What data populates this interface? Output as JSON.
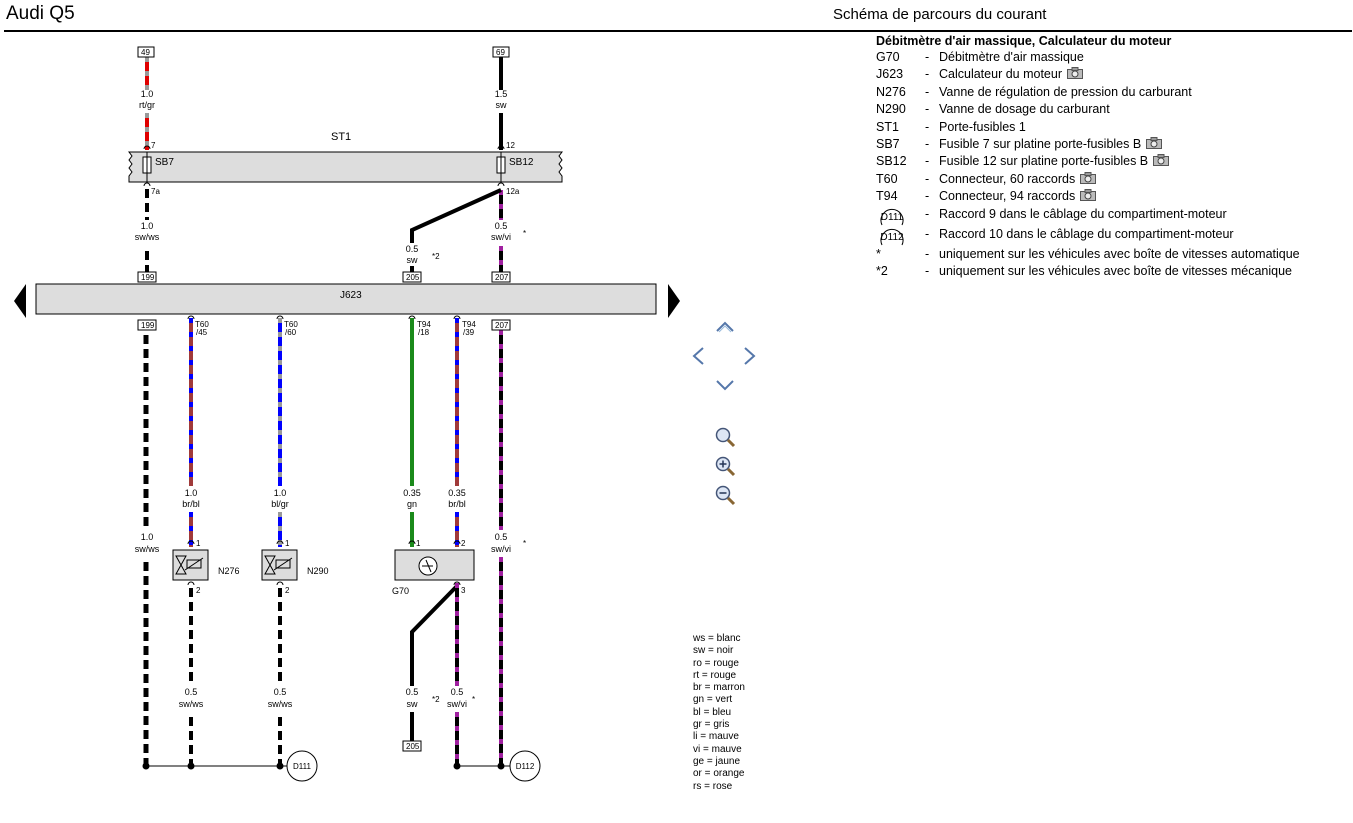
{
  "header": {
    "title": "Audi Q5",
    "subtitle": "Schéma de parcours du courant"
  },
  "legend": {
    "title": "Débitmètre d'air massique, Calculateur du moteur",
    "items": [
      {
        "code": "G70",
        "desc": "Débitmètre d'air massique",
        "camera": false
      },
      {
        "code": "J623",
        "desc": "Calculateur du moteur",
        "camera": true
      },
      {
        "code": "N276",
        "desc": "Vanne de régulation de pression du carburant",
        "camera": false
      },
      {
        "code": "N290",
        "desc": "Vanne de dosage du carburant",
        "camera": false
      },
      {
        "code": "ST1",
        "desc": "Porte-fusibles 1",
        "camera": false
      },
      {
        "code": "SB7",
        "desc": "Fusible 7 sur platine porte-fusibles B",
        "camera": true
      },
      {
        "code": "SB12",
        "desc": "Fusible 12 sur platine porte-fusibles B",
        "camera": true
      },
      {
        "code": "T60",
        "desc": "Connecteur, 60 raccords",
        "camera": true
      },
      {
        "code": "T94",
        "desc": "Connecteur, 94 raccords",
        "camera": true
      },
      {
        "code": "D111",
        "desc": "Raccord 9 dans le câblage du compartiment-moteur",
        "camera": false,
        "circle": true
      },
      {
        "code": "D112",
        "desc": "Raccord 10 dans le câblage du compartiment-moteur",
        "camera": false,
        "circle": true
      },
      {
        "code": "*",
        "desc": "uniquement sur les véhicules avec boîte de vitesses automatique",
        "camera": false
      },
      {
        "code": "*2",
        "desc": "uniquement sur les véhicules avec boîte de vitesses mécanique",
        "camera": false
      }
    ]
  },
  "color_codes": [
    {
      "code": "ws",
      "name": "blanc"
    },
    {
      "code": "sw",
      "name": "noir"
    },
    {
      "code": "ro",
      "name": "rouge"
    },
    {
      "code": "rt",
      "name": "rouge"
    },
    {
      "code": "br",
      "name": "marron"
    },
    {
      "code": "gn",
      "name": "vert"
    },
    {
      "code": "bl",
      "name": "bleu"
    },
    {
      "code": "gr",
      "name": "gris"
    },
    {
      "code": "li",
      "name": "mauve"
    },
    {
      "code": "vi",
      "name": "mauve"
    },
    {
      "code": "ge",
      "name": "jaune"
    },
    {
      "code": "or",
      "name": "orange"
    },
    {
      "code": "rs",
      "name": "rose"
    }
  ],
  "colors": {
    "sw": "#000000",
    "ws": "#ffffff",
    "rt": "#e00000",
    "gr": "#999999",
    "br": "#a03a3a",
    "bl": "#0000ff",
    "gn": "#1a8a1a",
    "vi": "#a020a0",
    "bar_fill": "#dddddd",
    "box_fill": "#dcdcdc"
  },
  "diagram": {
    "st1_label": "ST1",
    "j623_label": "J623",
    "sb7_label": "SB7",
    "sb12_label": "SB12",
    "track_top_left": "49",
    "track_top_right": "69",
    "track_199_upper": "199",
    "track_205_upper": "205",
    "track_207_upper": "207",
    "track_199_lower": "199",
    "track_207_lower": "207",
    "track_205_bottom": "205",
    "pin_sb7_top": "7",
    "pin_sb7_bottom": "7a",
    "pin_sb12_top": "12",
    "pin_sb12_bottom": "12a",
    "wire_top_left_size": "1.0",
    "wire_top_left_color": "rt/gr",
    "wire_top_right_size": "1.5",
    "wire_top_right_color": "sw",
    "wire_mid_left_size": "1.0",
    "wire_mid_left_color": "sw/ws",
    "wire_mid_sw_size": "0.5",
    "wire_mid_sw_color": "sw",
    "wire_mid_sw_note": "*2",
    "wire_mid_right_size": "0.5",
    "wire_mid_right_color": "sw/vi",
    "wire_mid_right_note": "*",
    "conn_t60_45_a": "T60",
    "conn_t60_45_b": "/45",
    "conn_t60_60_a": "T60",
    "conn_t60_60_b": "/60",
    "conn_t94_18_a": "T94",
    "conn_t94_18_b": "/18",
    "conn_t94_39_a": "T94",
    "conn_t94_39_b": "/39",
    "wire_n276_in_size": "1.0",
    "wire_n276_in_color": "br/bl",
    "wire_n290_in_size": "1.0",
    "wire_n290_in_color": "bl/gr",
    "wire_g70_1_size": "0.35",
    "wire_g70_1_color": "gn",
    "wire_g70_2_size": "0.35",
    "wire_g70_2_color": "br/bl",
    "wire_lower_left_size": "1.0",
    "wire_lower_left_color": "sw/ws",
    "wire_lower_right_size": "0.5",
    "wire_lower_right_color": "sw/vi",
    "wire_lower_right_note": "*",
    "n276_label": "N276",
    "n290_label": "N290",
    "g70_label": "G70",
    "pin_n276_1": "1",
    "pin_n276_2": "2",
    "pin_n290_1": "1",
    "pin_n290_2": "2",
    "pin_g70_1": "1",
    "pin_g70_2": "2",
    "pin_g70_3": "3",
    "wire_n276_out_size": "0.5",
    "wire_n276_out_color": "sw/ws",
    "wire_n290_out_size": "0.5",
    "wire_n290_out_color": "sw/ws",
    "wire_g70_sw_size": "0.5",
    "wire_g70_sw_color": "sw",
    "wire_g70_sw_note": "*2",
    "wire_g70_vi_size": "0.5",
    "wire_g70_vi_color": "sw/vi",
    "wire_g70_vi_note": "*",
    "d111_label": "D111",
    "d112_label": "D112"
  }
}
